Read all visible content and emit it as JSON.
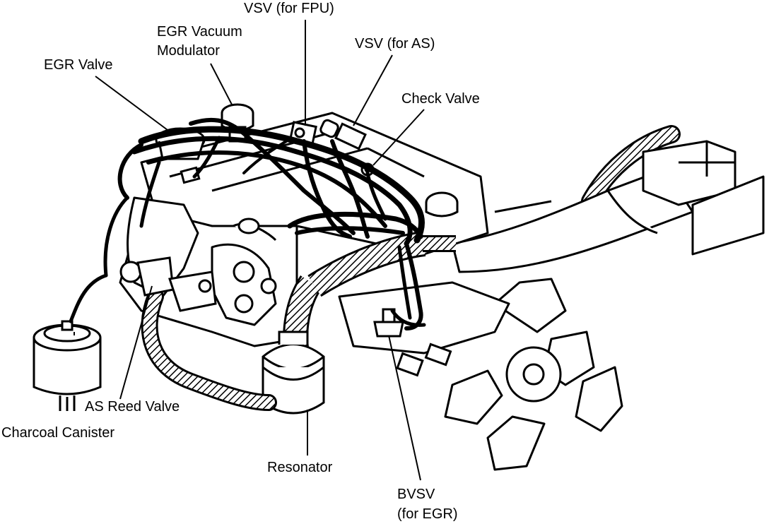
{
  "labels": {
    "vsv_fpu": "VSV (for FPU)",
    "egr_vac_mod_line1": "EGR Vacuum",
    "egr_vac_mod_line2": "Modulator",
    "vsv_as": "VSV (for AS)",
    "egr_valve": "EGR Valve",
    "check_valve": "Check Valve",
    "as_reed_valve": "AS Reed Valve",
    "charcoal_canister": "Charcoal Canister",
    "resonator": "Resonator",
    "bvsv_line1": "BVSV",
    "bvsv_line2": "(for EGR)"
  },
  "colors": {
    "ink": "#000000",
    "paper": "#ffffff"
  }
}
